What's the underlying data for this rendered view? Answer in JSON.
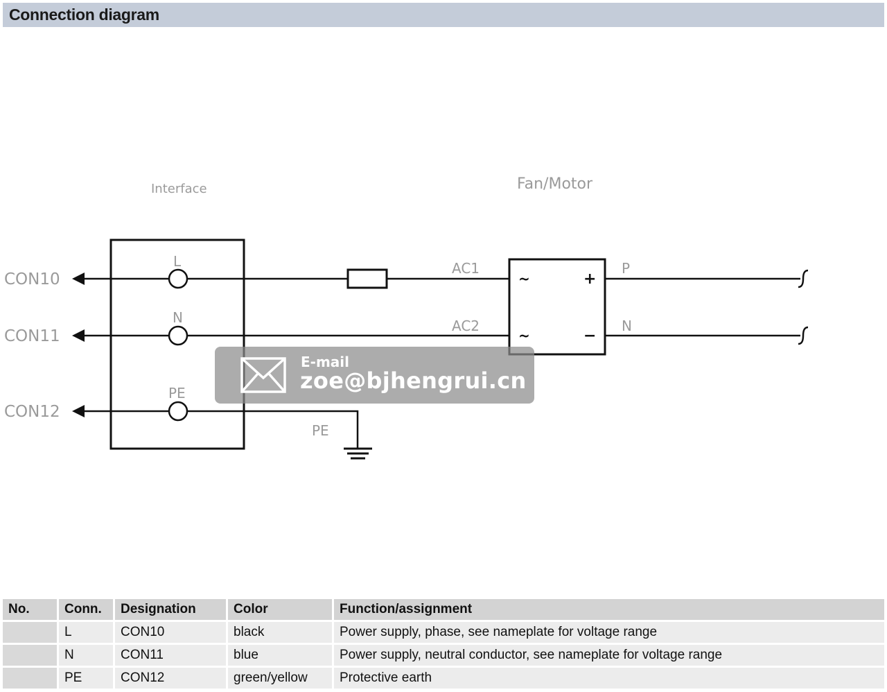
{
  "header": {
    "title": "Connection diagram"
  },
  "diagram": {
    "interface_label": "Interface",
    "fan_motor_label": "Fan/Motor",
    "connectors": [
      "CON10",
      "CON11",
      "CON12"
    ],
    "terminals": [
      "L",
      "N",
      "PE"
    ],
    "ground_label": "PE",
    "ac_labels": [
      "AC1",
      "AC2"
    ],
    "rectifier_symbols": {
      "ac_top": "~",
      "ac_bottom": "~",
      "plus": "+",
      "minus": "−"
    },
    "output_labels": [
      "P",
      "N"
    ]
  },
  "watermark": {
    "title": "E-mail",
    "email": "zoe@bjhengrui.cn",
    "icon": "envelope-icon"
  },
  "table": {
    "headers": [
      "No.",
      "Conn.",
      "Designation",
      "Color",
      "Function/assignment"
    ],
    "rows": [
      {
        "no": "",
        "conn": "L",
        "designation": "CON10",
        "color": "black",
        "function": "Power supply, phase, see nameplate for voltage range"
      },
      {
        "no": "",
        "conn": "N",
        "designation": "CON11",
        "color": "blue",
        "function": "Power supply, neutral conductor, see nameplate for voltage range"
      },
      {
        "no": "",
        "conn": "PE",
        "designation": "CON12",
        "color": "green/yellow",
        "function": "Protective earth"
      }
    ]
  },
  "colors": {
    "header_bg": "#c4ccd9",
    "line": "#111111",
    "label_gray": "#9a9a9a",
    "watermark_bg": "#8c8c8c"
  }
}
